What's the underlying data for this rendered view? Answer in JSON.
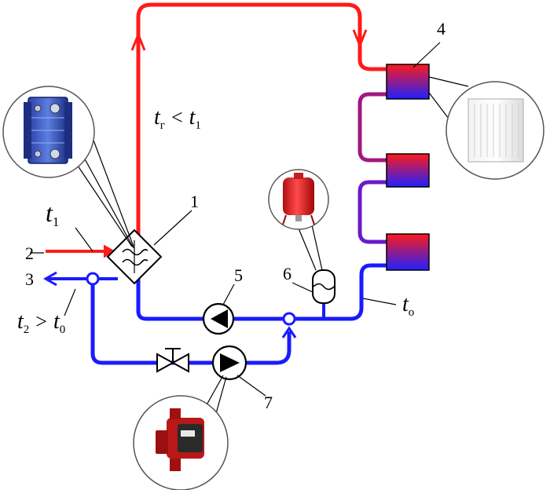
{
  "colors": {
    "hot": "#ff1a1a",
    "cold": "#1a1aff",
    "mixed": "#8a1aa8",
    "leader": "#000000"
  },
  "labels": {
    "n1": "1",
    "n2": "2",
    "n3": "3",
    "n4": "4",
    "n5": "5",
    "n6": "6",
    "n7": "7"
  },
  "formulas": {
    "tr_lt_t1": {
      "t_a": "t",
      "sub_a": "г",
      "op": "<",
      "t_b": "t",
      "sub_b": "1"
    },
    "t1": {
      "t": "t",
      "sub": "1"
    },
    "t2_gt_t0": {
      "t_a": "t",
      "sub_a": "2",
      "op": ">",
      "t_b": "t",
      "sub_b": "0"
    },
    "to": {
      "t": "t",
      "sub": "o"
    }
  },
  "icons": {
    "heat_exchanger": "plate-heat-exchanger-icon",
    "expansion_tank": "red-expansion-tank-icon",
    "pump": "circulation-pump-icon",
    "radiator": "panel-radiator-icon"
  }
}
